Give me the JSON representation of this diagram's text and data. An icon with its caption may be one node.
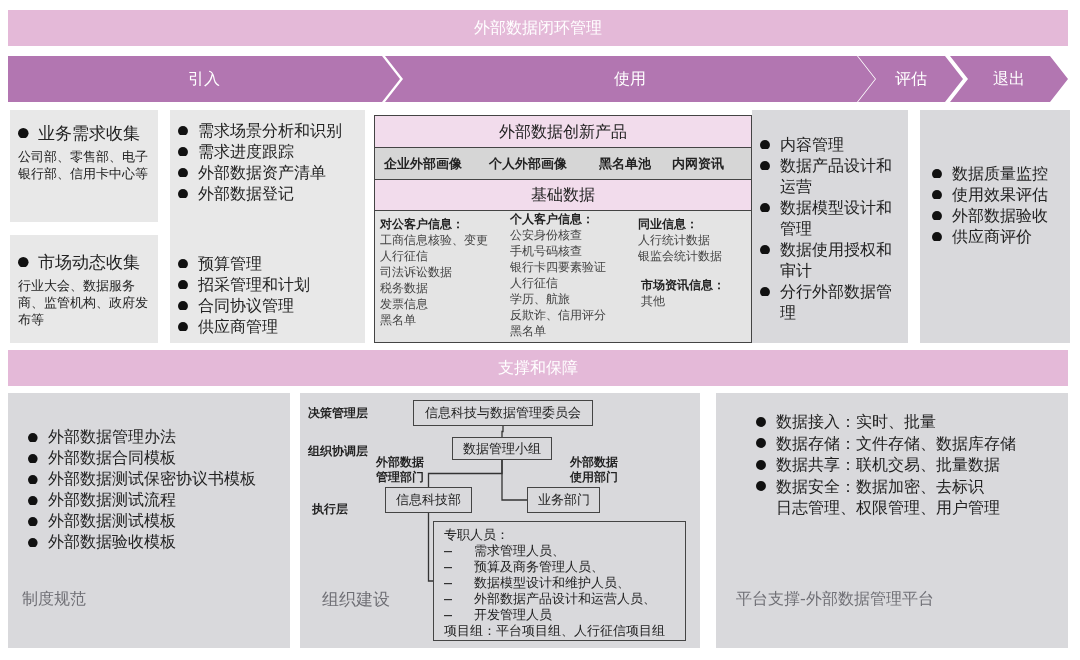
{
  "diagram": {
    "nodes": [
      {
        "text": [
          "外部数据闭环管理"
        ]
      },
      {
        "text": [
          "引入"
        ]
      },
      {
        "text": [
          "使用"
        ]
      },
      {
        "text": [
          "评估"
        ]
      },
      {
        "text": [
          "退出"
        ]
      },
      {
        "text": [
          "业务需求收集",
          "公司部、零售部、电子银行部、信用卡中心等"
        ]
      },
      {
        "text": [
          "市场动态收集",
          "行业大会、数据服务商、监管机构、政府发布等"
        ]
      },
      {
        "text": [
          "需求场景分析和识别",
          "需求进度跟踪",
          "外部数据资产清单",
          "外部数据登记",
          "预算管理",
          "招采管理和计划",
          "合同协议管理",
          "供应商管理"
        ]
      },
      {
        "text": [
          "外部数据创新产品"
        ]
      },
      {
        "text": [
          "企业外部画像",
          "个人外部画像",
          "黑名单池",
          "内网资讯"
        ]
      },
      {
        "text": [
          "基础数据"
        ]
      },
      {
        "text": [
          "对公客户信息：",
          "工商信息核验、变更",
          "人行征信",
          "司法诉讼数据",
          "税务数据",
          "发票信息",
          "黑名单",
          "个人客户信息：",
          "公安身份核查",
          "手机号码核查",
          "银行卡四要素验证",
          "人行征信",
          "学历、航旅",
          "反欺诈、信用评分",
          "黑名单",
          "同业信息：",
          "人行统计数据",
          "银监会统计数据",
          "市场资讯信息：",
          "其他"
        ]
      },
      {
        "text": [
          "内容管理",
          "数据产品设计和运营",
          "数据模型设计和管理",
          "数据使用授权和审计",
          "分行外部数据管理"
        ]
      },
      {
        "text": [
          "数据质量监控",
          "使用效果评估",
          "外部数据验收",
          "供应商评价"
        ]
      },
      {
        "text": [
          "支撑和保障"
        ]
      },
      {
        "text": [
          "外部数据管理办法",
          "外部数据合同模板",
          "外部数据测试保密协议书模板",
          "外部数据测试流程",
          "外部数据测试模板",
          "外部数据验收模板",
          "制度规范"
        ]
      },
      {
        "text": [
          "决策管理层",
          "组织协调层",
          "执行层",
          "组织建设"
        ]
      },
      {
        "text": [
          "信息科技与数据管理委员会"
        ],
        "in": 16
      },
      {
        "text": [
          "数据管理小组"
        ],
        "in": 16
      },
      {
        "text": [
          "信息科技部"
        ],
        "in": 16,
        "beside": [
          "外部数据管理部门"
        ]
      },
      {
        "text": [
          "业务部门"
        ],
        "in": 16,
        "beside": [
          "外部数据使用部门"
        ]
      },
      {
        "text": [
          "专职人员：",
          "需求管理人员、",
          "预算及商务管理人员、",
          "数据模型设计和维护人员、",
          "外部数据产品设计和运营人员、",
          "开发管理人员",
          "项目组：平台项目组、人行征信项目组"
        ],
        "in": 16
      },
      {
        "text": [
          "数据接入：实时、批量",
          "数据存储：文件存储、数据库存储",
          "数据共享：联机交易、批量数据",
          "数据安全：数据加密、去标识",
          "日志管理、权限管理、用户管理",
          "平台支撑-外部数据管理平台"
        ]
      }
    ],
    "edges": [
      {
        "from": 17,
        "to": 18,
        "arrow": "none"
      },
      {
        "from": 18,
        "to": 19,
        "arrow": "none"
      },
      {
        "from": 18,
        "to": 20,
        "arrow": "none"
      },
      {
        "from": 19,
        "to": 21,
        "arrow": "none"
      }
    ]
  }
}
